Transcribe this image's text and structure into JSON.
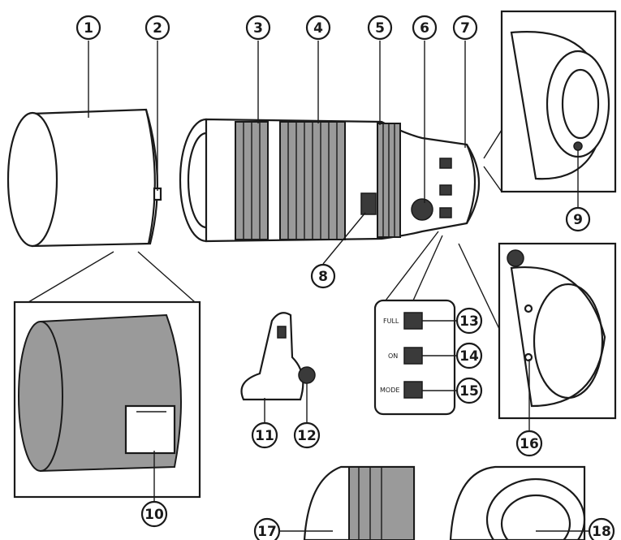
{
  "callouts": [
    {
      "id": "1",
      "label": "1"
    },
    {
      "id": "2",
      "label": "2"
    },
    {
      "id": "3",
      "label": "3"
    },
    {
      "id": "4",
      "label": "4"
    },
    {
      "id": "5",
      "label": "5"
    },
    {
      "id": "6",
      "label": "6"
    },
    {
      "id": "7",
      "label": "7"
    },
    {
      "id": "8",
      "label": "8"
    },
    {
      "id": "9",
      "label": "9"
    },
    {
      "id": "10",
      "label": "10"
    },
    {
      "id": "11",
      "label": "11"
    },
    {
      "id": "12",
      "label": "12"
    },
    {
      "id": "13",
      "label": "13"
    },
    {
      "id": "14",
      "label": "14"
    },
    {
      "id": "15",
      "label": "15"
    },
    {
      "id": "16",
      "label": "16"
    },
    {
      "id": "17",
      "label": "17"
    },
    {
      "id": "18",
      "label": "18"
    }
  ],
  "switch_marks": {
    "focus_range": "FULL",
    "ois": "ON",
    "ois_mode": "MODE"
  },
  "colors": {
    "ink": "#1a1a1a",
    "shade": "#9a9a9a",
    "background": "#ffffff"
  }
}
